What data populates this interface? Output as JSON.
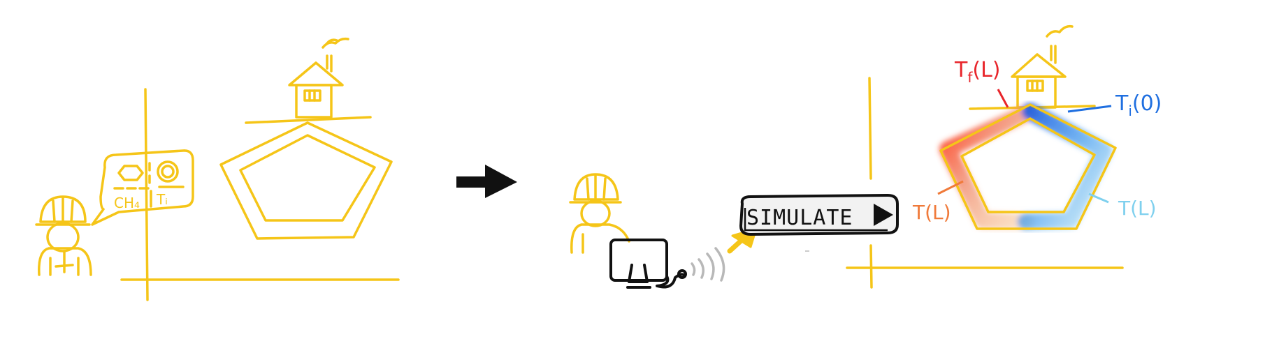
{
  "colors": {
    "yellow": "#f5c518",
    "black": "#111111",
    "red": "#e8252b",
    "blue": "#1f6fe0",
    "orange": "#f07a3a",
    "light_blue": "#7fd0ee",
    "grey": "#b8b8b8"
  },
  "left_panel": {
    "speech_labels": {
      "formula": "CH₄",
      "ti": "Tᵢ"
    }
  },
  "simulate_button": {
    "label": "SIMULATE"
  },
  "annotations": {
    "tf": "T_f(L)",
    "tf_main": "T",
    "tf_sub": "f",
    "tf_rest": "(L)",
    "ti0_main": "T",
    "ti0_sub": "i",
    "ti0_rest": "(0)",
    "tl_left": "T(L)",
    "tl_right": "T(L)"
  },
  "icons": [
    "engineer-icon",
    "arrow-right-icon",
    "computer-icon",
    "wifi-signal-icon",
    "cursor-arrow-icon",
    "play-icon",
    "chimney-building-icon"
  ]
}
